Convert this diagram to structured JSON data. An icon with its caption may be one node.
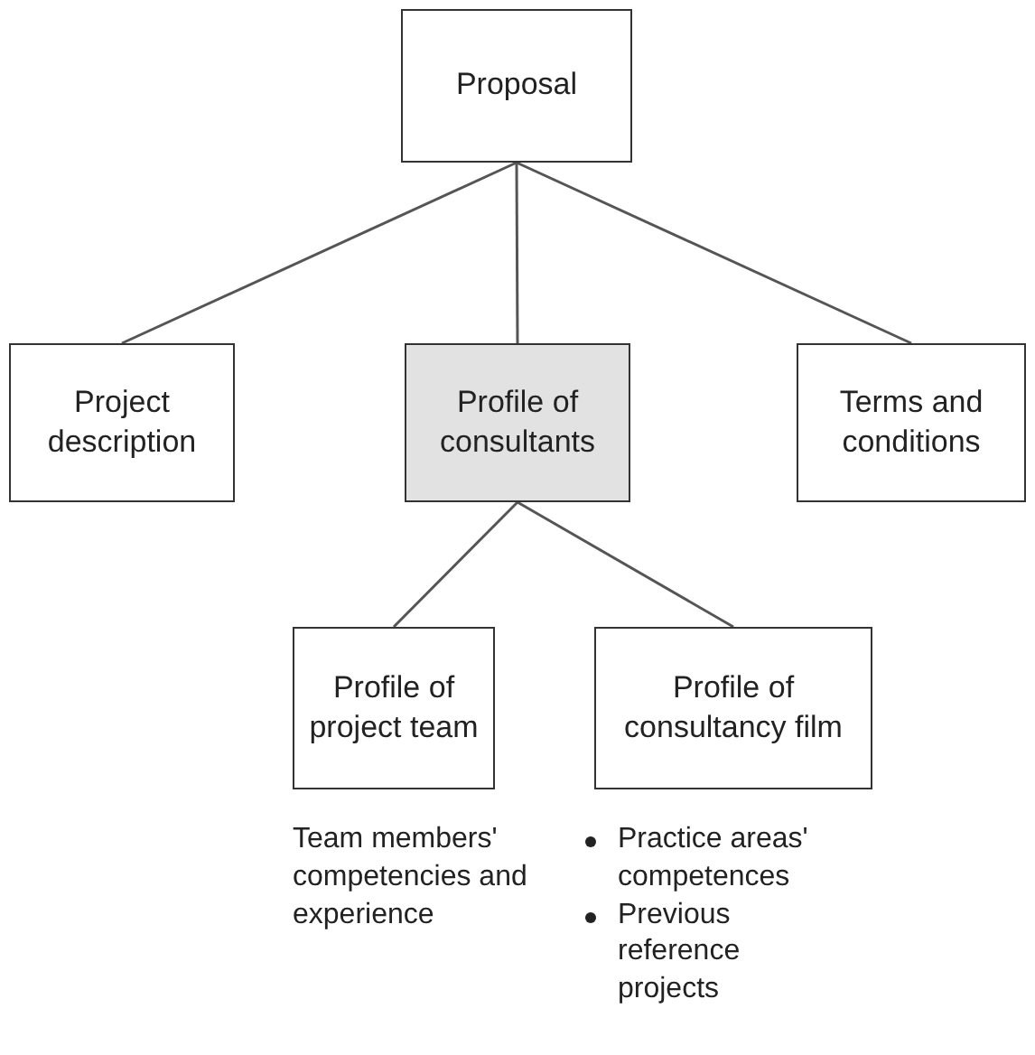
{
  "diagram": {
    "nodes": [
      {
        "text": [
          "Proposal"
        ]
      },
      {
        "text": [
          "Project description"
        ]
      },
      {
        "text": [
          "Profile of consultants"
        ]
      },
      {
        "text": [
          "Terms and conditions"
        ]
      },
      {
        "text": [
          "Profile of project team"
        ],
        "beside": [
          "Team members' competencies and experience"
        ]
      },
      {
        "text": [
          "Profile of consultancy film"
        ],
        "beside": [
          "Practice areas' competences",
          "Previous reference projects"
        ]
      }
    ],
    "edges": [
      {
        "from": 0,
        "to": 1,
        "arrow": "none"
      },
      {
        "from": 0,
        "to": 2,
        "arrow": "none"
      },
      {
        "from": 0,
        "to": 3,
        "arrow": "none"
      },
      {
        "from": 2,
        "to": 4,
        "arrow": "none"
      },
      {
        "from": 2,
        "to": 5,
        "arrow": "none"
      }
    ]
  }
}
